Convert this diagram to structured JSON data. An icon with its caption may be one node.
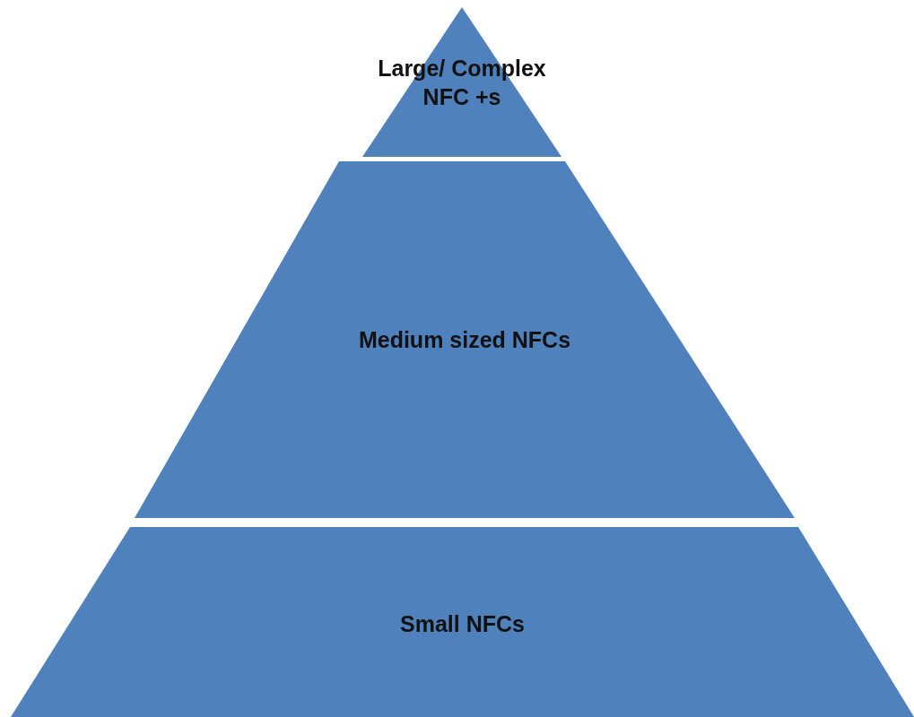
{
  "diagram": {
    "nodes": [
      {
        "text": [
          "Large/ Complex NFC +s"
        ]
      },
      {
        "text": [
          "Medium sized NFCs"
        ]
      },
      {
        "text": [
          "Small NFCs"
        ]
      }
    ]
  }
}
